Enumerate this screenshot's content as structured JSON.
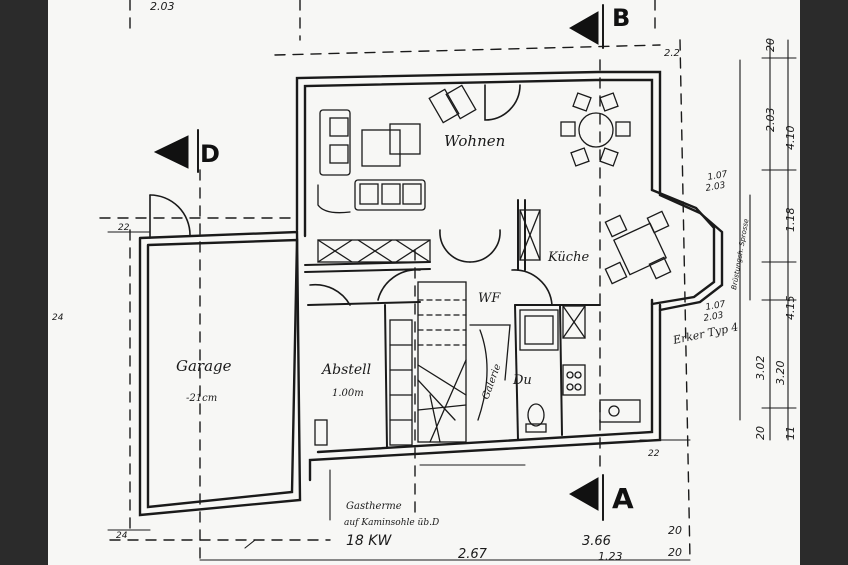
{
  "rooms": {
    "wohnen": "Wohnen",
    "kueche": "Küche",
    "garage": "Garage",
    "garage_sub": "-21cm",
    "abstell": "Abstell",
    "abstell_sub": "1.00m",
    "wf": "WF",
    "galerie": "Galerie",
    "du": "Du",
    "erker": "Erker Typ 4"
  },
  "markers": {
    "a": "A",
    "b": "B",
    "d": "D"
  },
  "notes": {
    "heating_1": "Gastherme",
    "heating_2": "auf Kaminsohle üb.D",
    "heating_3": "18 KW",
    "erker_dim_top_1": "1.07",
    "erker_dim_top_2": "2.03",
    "erker_dim_bot_1": "1.07",
    "erker_dim_bot_2": "2.03",
    "erker_vert": "Brüstungsh. Sprosse"
  },
  "dimensions": {
    "top_left": "2.03",
    "top_right": "2.2",
    "right_20": "20",
    "right_203": "2.03",
    "right_410": "4.10",
    "right_118": "1.18",
    "right_415": "4.15",
    "right_302": "3.02",
    "right_320": "3.20",
    "right_20b": "20",
    "right_11": "11",
    "bottom_267": "2.67",
    "bottom_366": "3.66",
    "bottom_123": "1.23",
    "bottom_20": "20",
    "bottom_20b": "20",
    "left_22": "22",
    "left_24": "24",
    "bottom_22": "22",
    "bottom_24": "24"
  }
}
